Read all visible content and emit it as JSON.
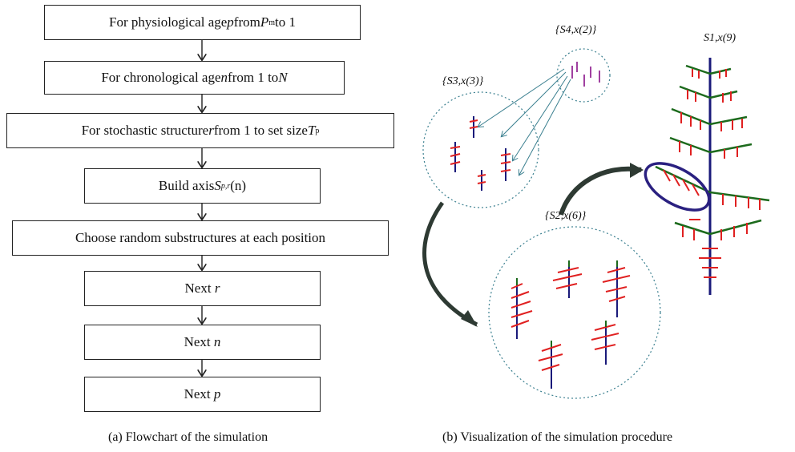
{
  "flowchart": {
    "steps": [
      {
        "pre": "For physiological age ",
        "var": "p",
        "mid": " from ",
        "var2": "P",
        "sub2": "m",
        "post": " to 1"
      },
      {
        "pre": "For chronological age ",
        "var": "n",
        "mid": " from 1 to ",
        "var2": "N",
        "sub2": "",
        "post": ""
      },
      {
        "pre": "For stochastic structure ",
        "var": "r",
        "mid": " from 1 to set size ",
        "var2": "T",
        "sub2": "p",
        "post": ""
      },
      {
        "pre": "Build axis ",
        "var": "S",
        "mid": "",
        "var2": "",
        "sub2": "p,r",
        "post": "(n)"
      },
      {
        "pre": "Choose random substructures at each position",
        "var": "",
        "mid": "",
        "var2": "",
        "sub2": "",
        "post": ""
      },
      {
        "pre": "Next ",
        "var": "r",
        "mid": "",
        "var2": "",
        "sub2": "",
        "post": ""
      },
      {
        "pre": "Next ",
        "var": "n",
        "mid": "",
        "var2": "",
        "sub2": "",
        "post": ""
      },
      {
        "pre": "Next ",
        "var": "p",
        "mid": "",
        "var2": "",
        "sub2": "",
        "post": ""
      }
    ],
    "caption": "(a) Flowchart of the simulation"
  },
  "visualization": {
    "caption": "(b) Visualization of the simulation procedure",
    "labels": {
      "s4": "{S4,x(2)}",
      "s3": "{S3,x(3)}",
      "s2": "{S2,x(6)}",
      "s1": "S1,x(9)"
    },
    "colors": {
      "branch": "#1a1a7a",
      "leaf_red": "#e02020",
      "leaf_green": "#1c6a1c",
      "leaf_purple": "#a040a0",
      "ring": "#3a7f8f",
      "oval": "#2a2080"
    }
  }
}
